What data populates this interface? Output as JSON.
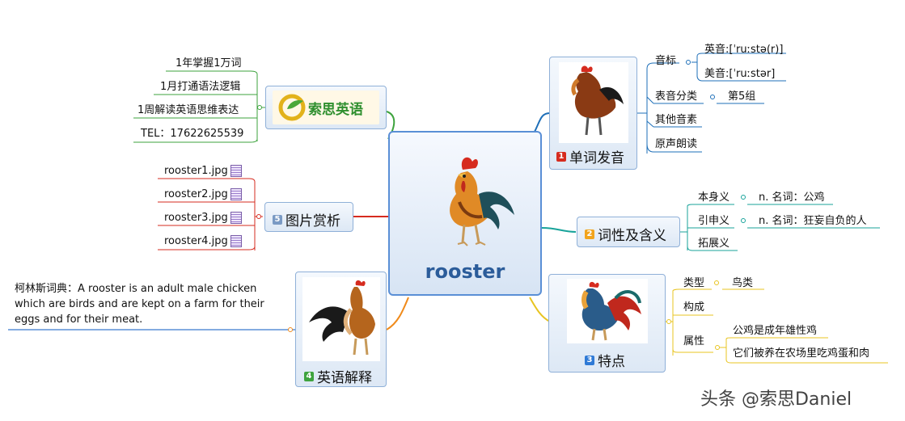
{
  "center": {
    "title": "rooster"
  },
  "colors": {
    "blue": "#1e6fb8",
    "teal": "#18a39a",
    "red": "#d62b1f",
    "orange": "#f08a1a",
    "green": "#3ea33e",
    "yellow": "#e8c420"
  },
  "branch1": {
    "number": "1",
    "label": "单词发音",
    "yinbiao": {
      "label": "音标",
      "british": "英音:[ˈruːstə(r)]",
      "american": "美音:[ˈruːstər]"
    },
    "classification": {
      "label": "表音分类",
      "value": "第5组"
    },
    "other": "其他音素",
    "reading": "原声朗读"
  },
  "branch2": {
    "number": "2",
    "label": "词性及含义",
    "literal": {
      "label": "本身义",
      "value": "n. 名词：公鸡"
    },
    "extended": {
      "label": "引申义",
      "value": "n. 名词：狂妄自负的人"
    },
    "expanded": {
      "label": "拓展义"
    }
  },
  "branch3": {
    "number": "3",
    "label": "特点",
    "type": {
      "label": "类型",
      "value": "鸟类"
    },
    "composition": {
      "label": "构成"
    },
    "attribute": {
      "label": "属性",
      "values": [
        "公鸡是成年雄性鸡",
        "它们被养在农场里吃鸡蛋和肉"
      ]
    }
  },
  "branch4": {
    "number": "4",
    "label": "英语解释",
    "definition": [
      "柯林斯词典：A rooster is an adult male chicken",
      "which are birds and are kept on a farm for their",
      "eggs and for their meat."
    ]
  },
  "branch5": {
    "number": "5",
    "label": "图片赏析",
    "files": [
      "rooster1.jpg",
      "rooster2.jpg",
      "rooster3.jpg",
      "rooster4.jpg"
    ]
  },
  "brand": {
    "logo_text": "索思英语",
    "items": [
      "1年掌握1万词",
      "1月打通语法逻辑",
      "1周解读英语思维表达",
      "TEL：17622625539"
    ]
  },
  "watermark": "头条 @索思Daniel"
}
